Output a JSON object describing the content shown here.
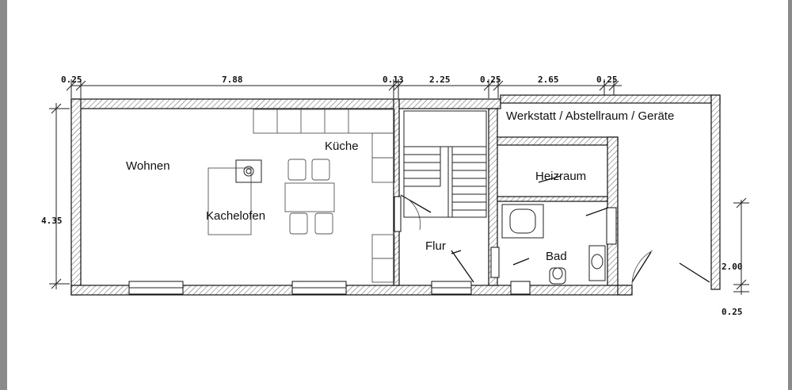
{
  "rooms": {
    "wohnen": "Wohnen",
    "kueche": "Küche",
    "kachelofen": "Kachelofen",
    "werkstatt": "Werkstatt / Abstellraum / Geräte",
    "heizraum": "Heizraum",
    "flur": "Flur",
    "bad": "Bad"
  },
  "dimensions": {
    "top": [
      "0.25",
      "7.88",
      "0.13",
      "2.25",
      "0.25",
      "2.65",
      "0.25"
    ],
    "left": "4.35",
    "right_height": "2.00",
    "right_bottom": "0.25"
  },
  "colors": {
    "line": "#111111",
    "screen_edge": "#8a8a8a"
  }
}
